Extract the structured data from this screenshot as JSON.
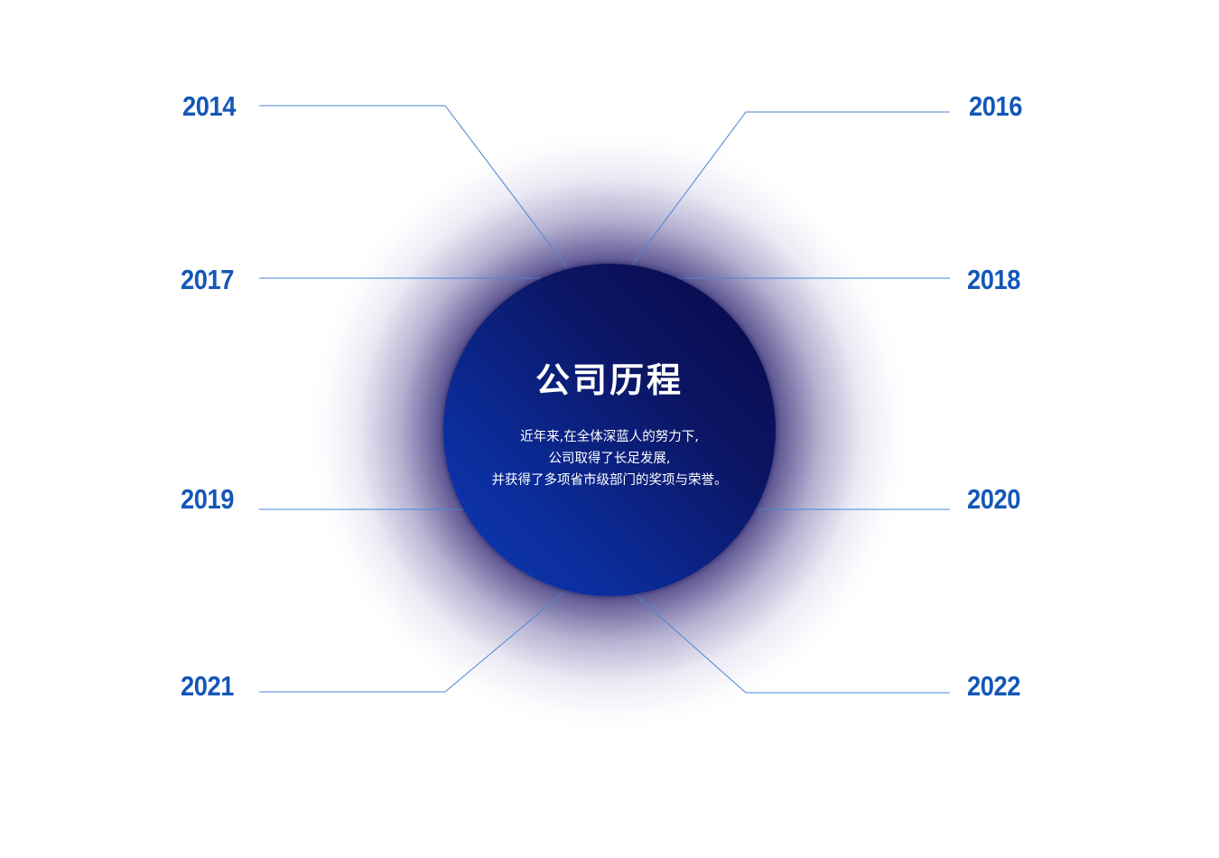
{
  "title": "公司历程",
  "description": [
    "近年来,在全体深蓝人的努力下,",
    "公司取得了长足发展,",
    "并获得了多项省市级部门的奖项与荣誉。"
  ],
  "years": [
    "2014",
    "2016",
    "2017",
    "2018",
    "2019",
    "2020",
    "2021",
    "2022"
  ],
  "colors": {
    "year_text": "#1457b8",
    "connector_line": "#4a86d4",
    "core_dark": "#0a0748",
    "core_light": "#0d3ab8",
    "title_text": "#ffffff"
  }
}
